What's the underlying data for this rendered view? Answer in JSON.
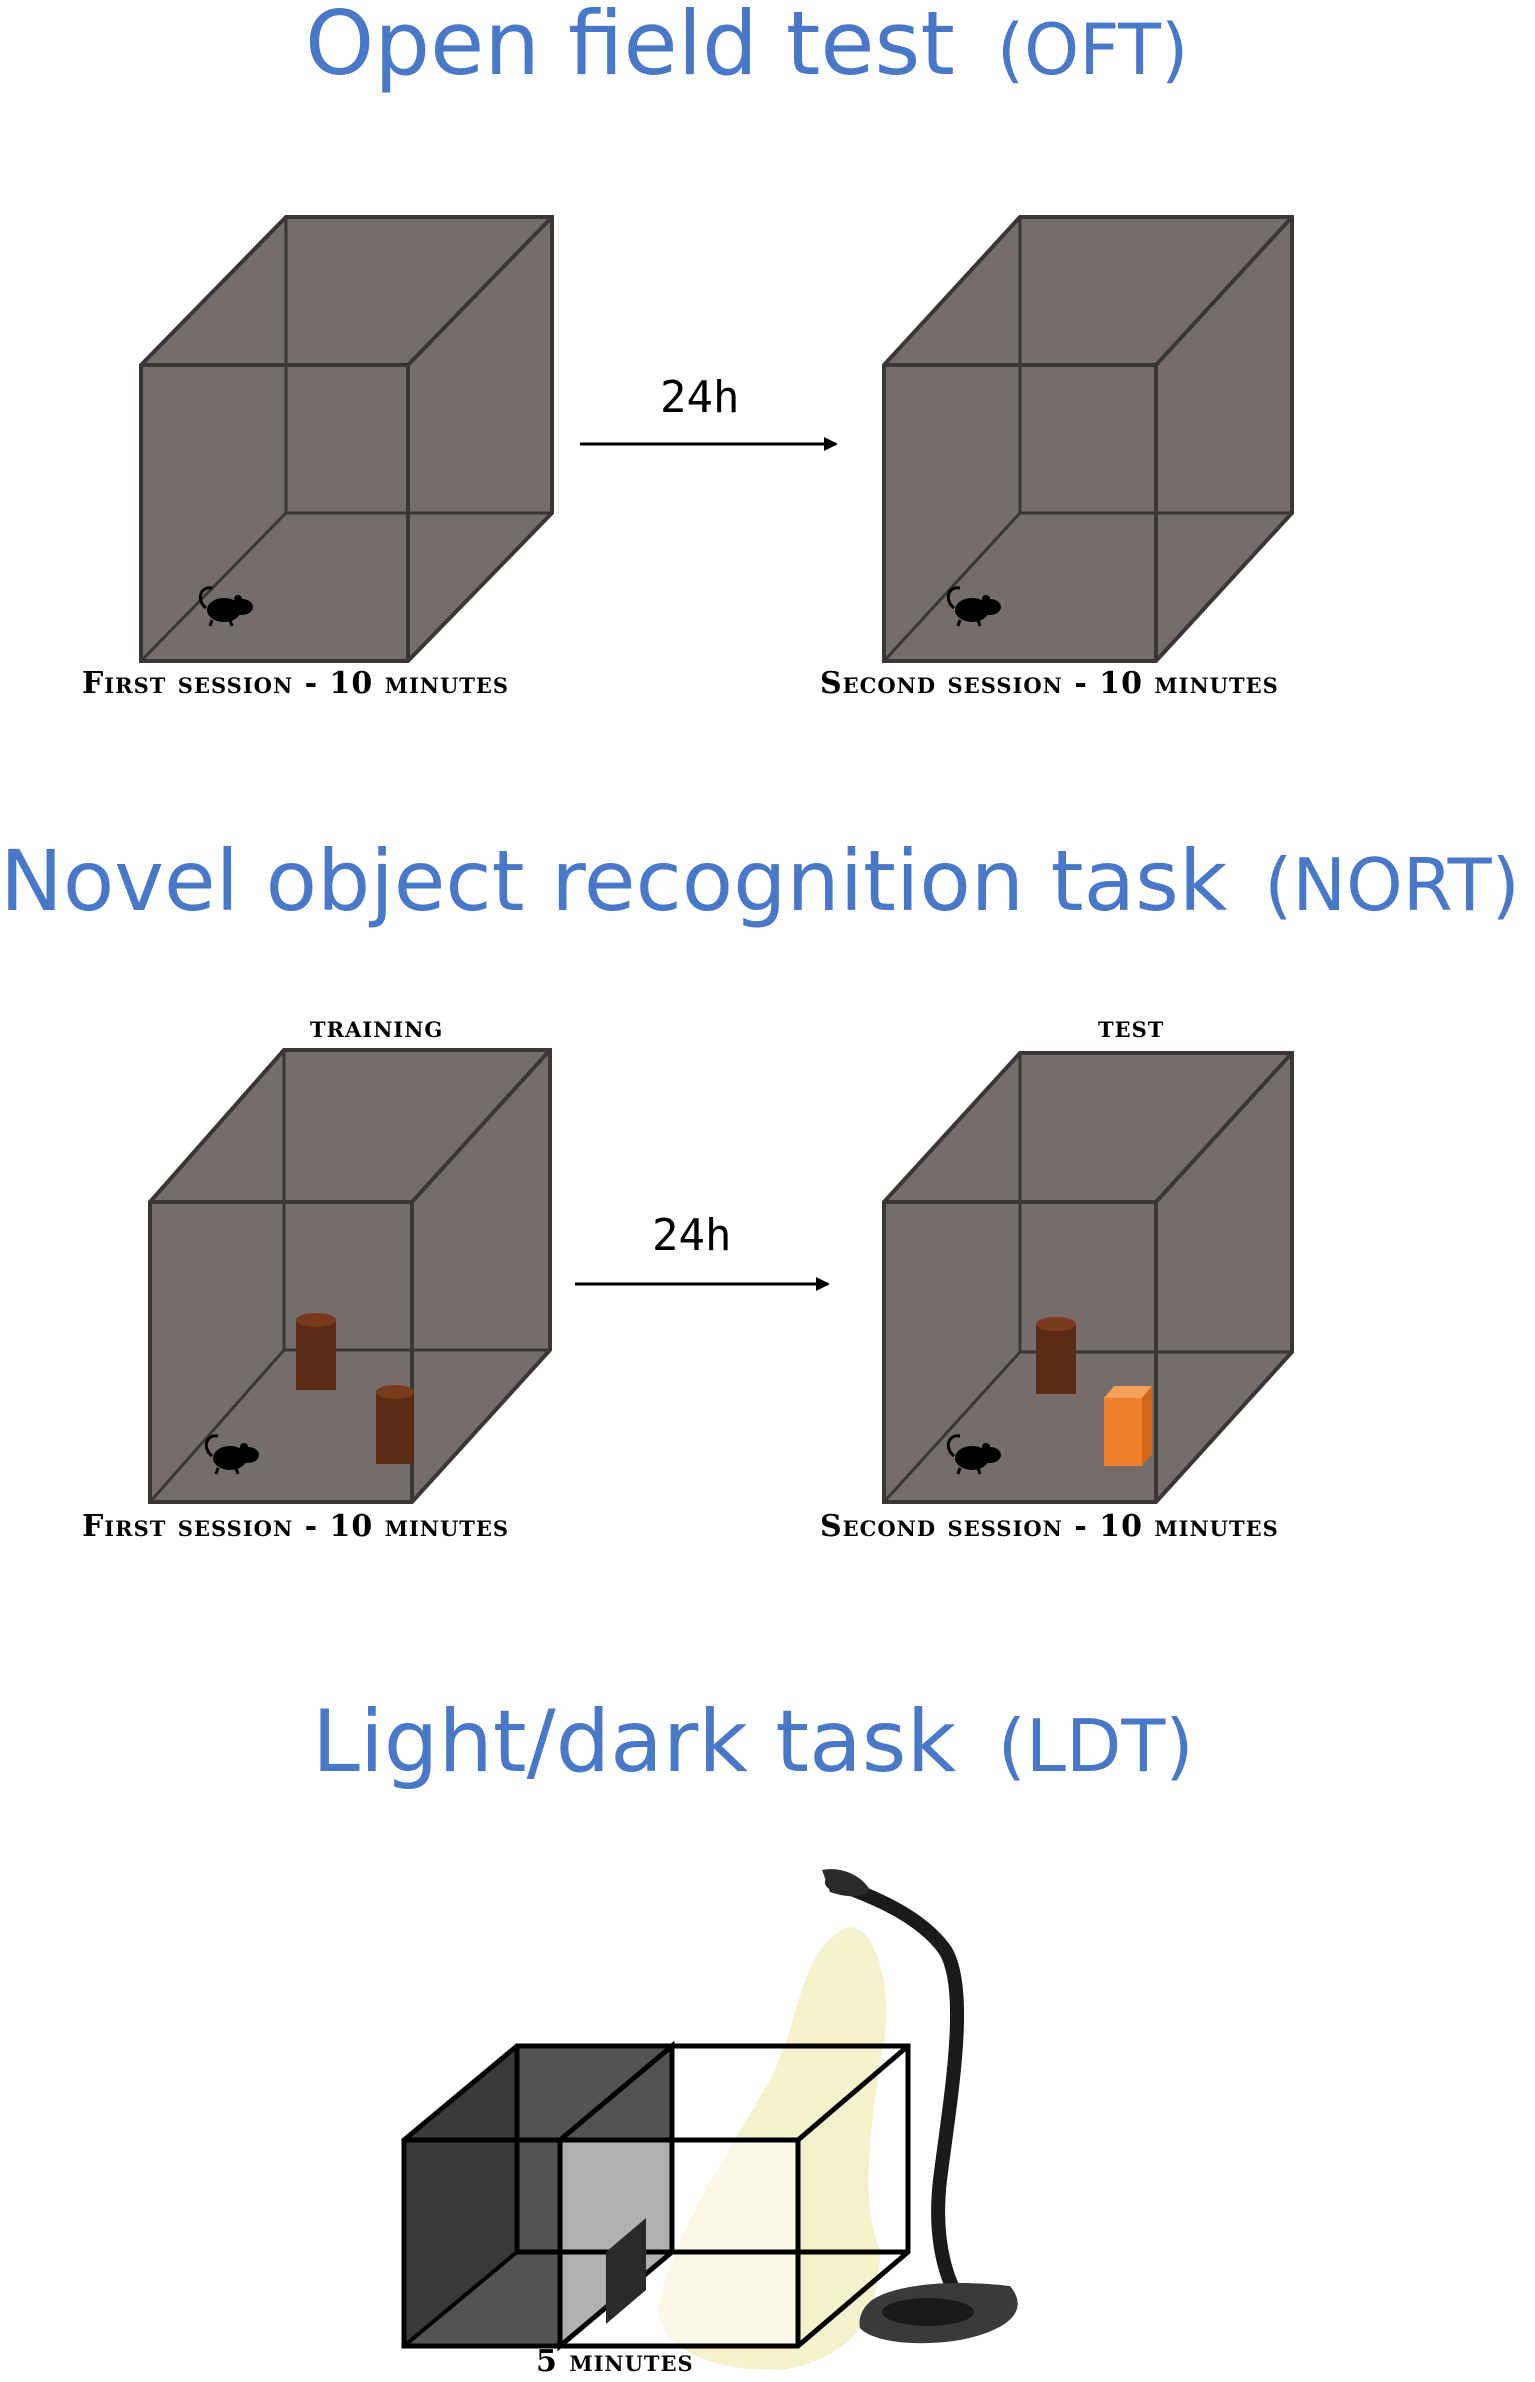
{
  "oft": {
    "title": "Open field test",
    "abbr": "(OFT)",
    "delay": "24h",
    "first_caption": "First session - 10 minutes",
    "second_caption": "Second session - 10 minutes"
  },
  "nort": {
    "title": "Novel object recognition task",
    "abbr": "(NORT)",
    "delay": "24h",
    "training_label": "training",
    "test_label": "test",
    "first_caption": "First session - 10 minutes",
    "second_caption": "Second session - 10 minutes"
  },
  "ldt": {
    "title": "Light/dark task",
    "abbr": "(LDT)",
    "caption": "5 minutes"
  },
  "colors": {
    "title_blue": "#4a78c8",
    "box_fill": "#746d6b",
    "box_edge": "#3a3636",
    "familiar_object": "#5a2a14",
    "novel_object": "#f0802e",
    "light_beam": "#f3f0c8",
    "dark_chamber": "#4a4a4a"
  },
  "icons": [
    "mouse-icon",
    "lamp-icon"
  ]
}
